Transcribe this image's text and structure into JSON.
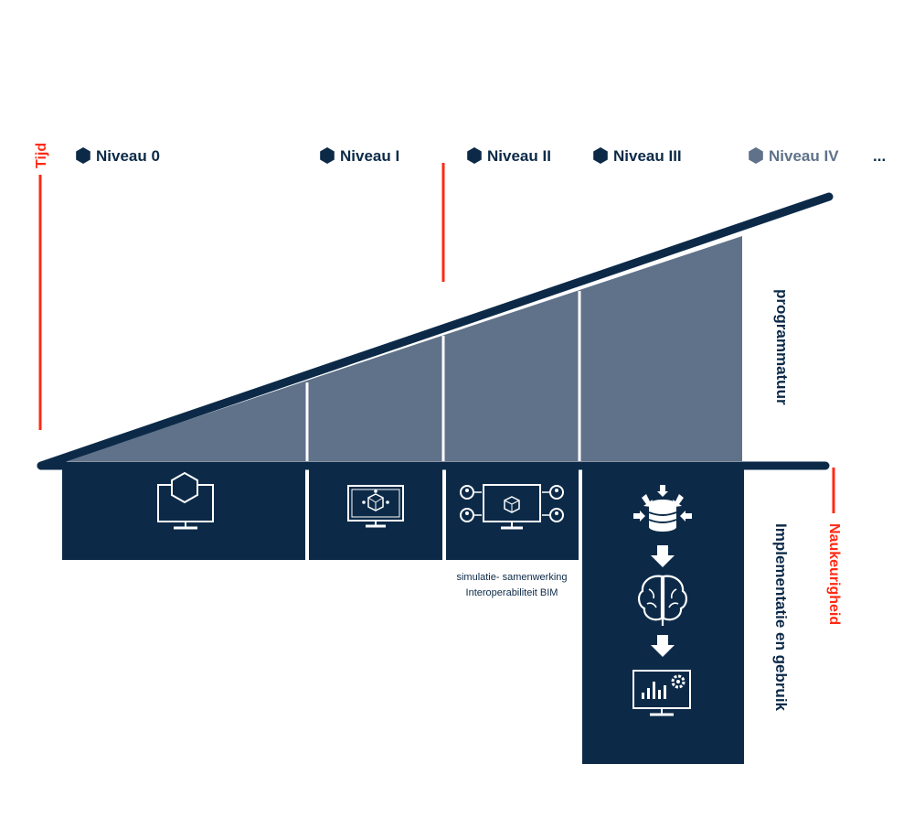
{
  "levels": [
    {
      "label": "Niveau 0",
      "color": "#0c2a48"
    },
    {
      "label": "Niveau I",
      "color": "#0c2a48"
    },
    {
      "label": "Niveau II",
      "color": "#0c2a48"
    },
    {
      "label": "Niveau III",
      "color": "#0c2a48"
    },
    {
      "label": "Niveau IV",
      "color": "#5f7289"
    }
  ],
  "ellipsis": "...",
  "axes": {
    "time": "Tijd",
    "accuracy": "Naukeurigheid",
    "software": "programmatuur",
    "implementation": "Implementatie en gebruik"
  },
  "captions": {
    "line1": "simulatie- samenwerking",
    "line2": "Interoperabiliteit BIM"
  },
  "icons": {
    "level0": "hexagon-monitor-icon",
    "level1": "network-cube-monitor-icon",
    "level2": "collaboration-monitor-icon",
    "level3": [
      "database-icon",
      "brain-icon",
      "analytics-monitor-icon"
    ]
  },
  "colors": {
    "navy": "#0c2a48",
    "slate": "#5f7289",
    "red": "#ff2a14"
  }
}
